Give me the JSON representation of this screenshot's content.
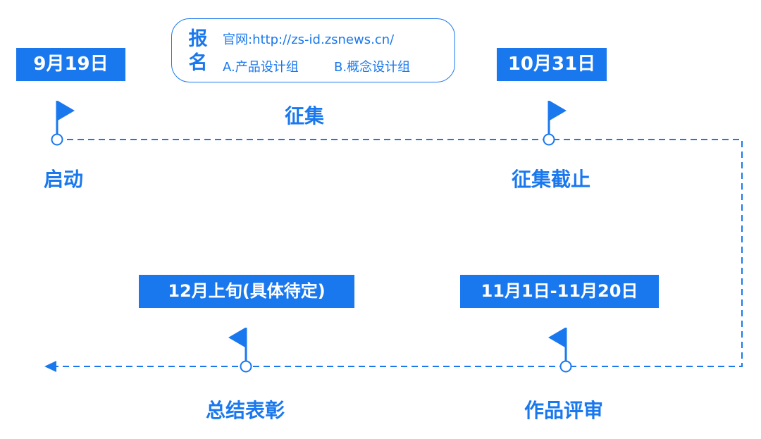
{
  "registration": {
    "title_line1": "报",
    "title_line2": "名",
    "website_label": "官网:",
    "website_url": "http://zs-id.zsnews.cn/",
    "group_a": "A.产品设计组",
    "group_b": "B.概念设计组"
  },
  "stages": {
    "start": {
      "date": "9月19日",
      "label": "启动"
    },
    "collect": {
      "label": "征集"
    },
    "deadline": {
      "date": "10月31日",
      "label": "征集截止"
    },
    "review": {
      "date": "11月1日-11月20日",
      "label": "作品评审"
    },
    "award": {
      "date": "12月上旬(具体待定)",
      "label": "总结表彰"
    }
  },
  "colors": {
    "accent": "#1a78ee",
    "background": "#ffffff",
    "box_text": "#ffffff"
  },
  "icons": [
    "flag-icon",
    "arrow-left-icon",
    "milestone-circle-icon"
  ]
}
